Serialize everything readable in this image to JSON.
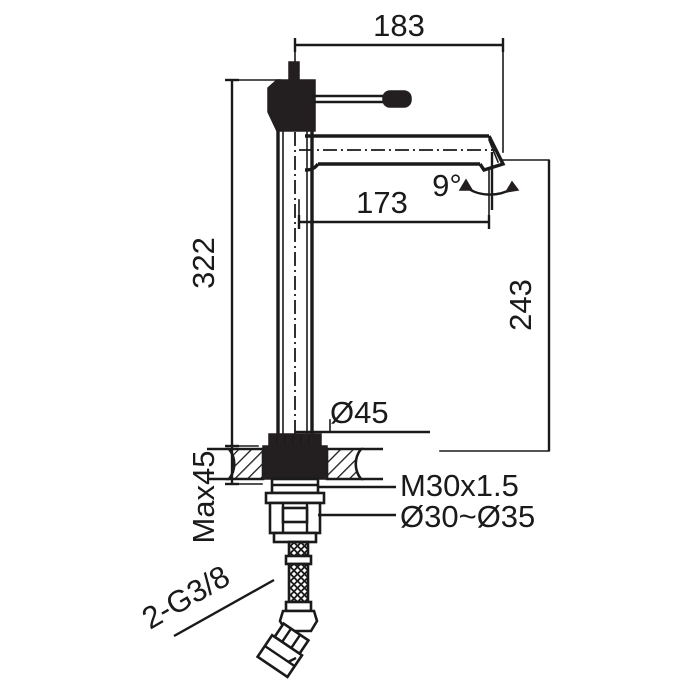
{
  "drawing": {
    "title": "Tall vessel basin mixer faucet dimensional drawing",
    "units": "mm",
    "line_color": "#1a1a1a",
    "fill_color": "#231f20",
    "background": "#ffffff"
  },
  "dimensions": {
    "spout_overall_reach": "183",
    "spout_effective_reach": "173",
    "overall_height": "322",
    "spout_outlet_height": "243",
    "body_diameter": "Ø45",
    "deck_thickness_max": "Max45",
    "outlet_angle": "9°",
    "mounting_thread": "M30x1.5",
    "mounting_hole_range": "Ø30~Ø35",
    "supply_connection": "2-G3/8"
  },
  "labels": [
    {
      "id": "dim-183",
      "text": "183",
      "orientation": "horizontal"
    },
    {
      "id": "dim-173",
      "text": "173",
      "orientation": "horizontal"
    },
    {
      "id": "dim-322",
      "text": "322",
      "orientation": "vertical"
    },
    {
      "id": "dim-243",
      "text": "243",
      "orientation": "vertical"
    },
    {
      "id": "dim-d45",
      "text": "Ø45",
      "orientation": "horizontal"
    },
    {
      "id": "dim-max45",
      "text": "Max45",
      "orientation": "vertical"
    },
    {
      "id": "dim-angle",
      "text": "9°",
      "orientation": "horizontal"
    },
    {
      "id": "dim-thread",
      "text": "M30x1.5",
      "orientation": "horizontal"
    },
    {
      "id": "dim-hole",
      "text": "Ø30~Ø35",
      "orientation": "horizontal"
    },
    {
      "id": "dim-supply",
      "text": "2-G3/8",
      "orientation": "diagonal"
    }
  ]
}
